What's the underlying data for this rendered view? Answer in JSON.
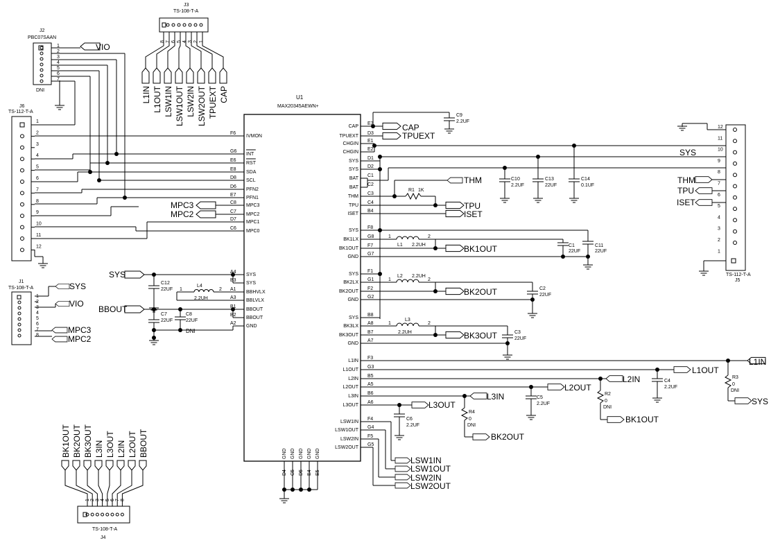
{
  "u1": {
    "ref": "U1",
    "part": "MAX20345AEWN+",
    "left_pins": [
      {
        "ball": "F6",
        "name": "IVMON"
      },
      {
        "ball": "G6",
        "name": "INT"
      },
      {
        "ball": "E6",
        "name": "RST"
      },
      {
        "ball": "E8",
        "name": "SDA"
      },
      {
        "ball": "D8",
        "name": "SCL"
      },
      {
        "ball": "D6",
        "name": "PFN2"
      },
      {
        "ball": "E7",
        "name": "PFN1"
      },
      {
        "ball": "C8",
        "name": "MPC3"
      },
      {
        "ball": "C7",
        "name": "MPC2"
      },
      {
        "ball": "D7",
        "name": "MPC1"
      },
      {
        "ball": "C6",
        "name": "MPC0"
      },
      {
        "ball": "A4",
        "name": "SYS"
      },
      {
        "ball": "B3",
        "name": "SYS"
      },
      {
        "ball": "A1",
        "name": "BBHVLX"
      },
      {
        "ball": "A3",
        "name": "BBLVLX"
      },
      {
        "ball": "B1",
        "name": "BBOUT"
      },
      {
        "ball": "B2",
        "name": "BBOUT"
      },
      {
        "ball": "A2",
        "name": "GND"
      }
    ],
    "right_pins": [
      {
        "ball": "E3",
        "name": "CAP"
      },
      {
        "ball": "D3",
        "name": "TPUEXT"
      },
      {
        "ball": "E1",
        "name": "CHGIN"
      },
      {
        "ball": "E2",
        "name": "CHGIN"
      },
      {
        "ball": "D1",
        "name": "SYS"
      },
      {
        "ball": "D2",
        "name": "SYS"
      },
      {
        "ball": "C1",
        "name": "BAT"
      },
      {
        "ball": "C2",
        "name": "BAT"
      },
      {
        "ball": "C3",
        "name": "THM"
      },
      {
        "ball": "C4",
        "name": "TPU"
      },
      {
        "ball": "B4",
        "name": "ISET"
      },
      {
        "ball": "F8",
        "name": "SYS"
      },
      {
        "ball": "G8",
        "name": "BK1LX"
      },
      {
        "ball": "F7",
        "name": "BK1OUT"
      },
      {
        "ball": "G7",
        "name": "GND"
      },
      {
        "ball": "F1",
        "name": "SYS"
      },
      {
        "ball": "G1",
        "name": "BK2LX"
      },
      {
        "ball": "F2",
        "name": "BK2OUT"
      },
      {
        "ball": "G2",
        "name": "GND"
      },
      {
        "ball": "B8",
        "name": "SYS"
      },
      {
        "ball": "A8",
        "name": "BK3LX"
      },
      {
        "ball": "B7",
        "name": "BK3OUT"
      },
      {
        "ball": "A7",
        "name": "GND"
      },
      {
        "ball": "F3",
        "name": "L1IN"
      },
      {
        "ball": "G3",
        "name": "L1OUT"
      },
      {
        "ball": "B5",
        "name": "L2IN"
      },
      {
        "ball": "A5",
        "name": "L2OUT"
      },
      {
        "ball": "B6",
        "name": "L3IN"
      },
      {
        "ball": "A6",
        "name": "L3OUT"
      },
      {
        "ball": "F4",
        "name": "LSW1IN"
      },
      {
        "ball": "G4",
        "name": "LSW1OUT"
      },
      {
        "ball": "F5",
        "name": "LSW2IN"
      },
      {
        "ball": "G5",
        "name": "LSW2OUT"
      }
    ],
    "bottom_pins": [
      {
        "ball": "D4",
        "name": "GND"
      },
      {
        "ball": "C5",
        "name": "GND"
      },
      {
        "ball": "D5",
        "name": "GND"
      },
      {
        "ball": "E4",
        "name": "GND"
      },
      {
        "ball": "E5",
        "name": "GND"
      }
    ]
  },
  "j2": {
    "ref": "J2",
    "part": "PBC07SAAN",
    "note": "DNI",
    "pins": [
      "1",
      "2",
      "3",
      "4",
      "5",
      "6",
      "7"
    ]
  },
  "j3": {
    "ref": "J3",
    "part": "TS-108-T-A",
    "pins": [
      "8",
      "7",
      "6",
      "5",
      "4",
      "3",
      "2",
      "1"
    ],
    "nets": [
      "L1IN",
      "L1OUT",
      "LSW1IN",
      "LSW1OUT",
      "LSW2IN",
      "LSW2OUT",
      "TPUEXT",
      "CAP"
    ]
  },
  "j6": {
    "ref": "J6",
    "part": "TS-112-T-A",
    "pins": [
      "1",
      "2",
      "3",
      "4",
      "5",
      "6",
      "7",
      "8",
      "9",
      "10",
      "11",
      "12"
    ]
  },
  "j1": {
    "ref": "J1",
    "part": "TS-108-T-A",
    "pins": [
      "1",
      "2",
      "3",
      "4",
      "5",
      "6",
      "7",
      "8"
    ]
  },
  "j4": {
    "ref": "J4",
    "part": "TS-108-T-A",
    "pins": [
      "1",
      "2",
      "3",
      "4",
      "5",
      "6",
      "7",
      "8"
    ],
    "nets": [
      "BK1OUT",
      "BK2OUT",
      "BK3OUT",
      "L3IN",
      "L3OUT",
      "L2IN",
      "L2OUT",
      "BBOUT"
    ]
  },
  "j5": {
    "ref": "J5",
    "part": "TS-112-T-A",
    "pins": [
      "12",
      "11",
      "10",
      "9",
      "8",
      "7",
      "6",
      "5",
      "4",
      "3",
      "2",
      "1"
    ]
  },
  "nets": {
    "vio": "VIO",
    "sys": "SYS",
    "mpc3": "MPC3",
    "mpc2": "MPC2",
    "bbout": "BBOUT",
    "dni": "DNI",
    "cap": "CAP",
    "tpuext": "TPUEXT",
    "thm": "THM",
    "tpu": "TPU",
    "iset": "ISET",
    "bk1out": "BK1OUT",
    "bk2out": "BK2OUT",
    "bk3out": "BK3OUT",
    "l1in": "L1IN",
    "l1out": "L1OUT",
    "l2in": "L2IN",
    "l2out": "L2OUT",
    "l3in": "L3IN",
    "l3out": "L3OUT",
    "lsw1in": "LSW1IN",
    "lsw1out": "LSW1OUT",
    "lsw2in": "LSW2IN",
    "lsw2out": "LSW2OUT"
  },
  "parts": {
    "c9": {
      "ref": "C9",
      "val": "2.2UF"
    },
    "c10": {
      "ref": "C10",
      "val": "2.2UF"
    },
    "c13": {
      "ref": "C13",
      "val": "22UF"
    },
    "c14": {
      "ref": "C14",
      "val": "0.1UF"
    },
    "r1": {
      "ref": "R1",
      "val": "1K"
    },
    "l1": {
      "ref": "L1",
      "val": "2.2UH"
    },
    "c1": {
      "ref": "C1",
      "val": "22UF"
    },
    "c11": {
      "ref": "C11",
      "val": "22UF"
    },
    "l2": {
      "ref": "L2",
      "val": "2.2UH"
    },
    "c2": {
      "ref": "C2",
      "val": "22UF"
    },
    "l3": {
      "ref": "L3",
      "val": "2.2UH"
    },
    "c3": {
      "ref": "C3",
      "val": "22UF"
    },
    "c12": {
      "ref": "C12",
      "val": "22UF"
    },
    "l4": {
      "ref": "L4",
      "val": "2.2UH"
    },
    "c8": {
      "ref": "C8",
      "val": "22UF"
    },
    "c7": {
      "ref": "C7",
      "val": "22UF"
    },
    "c4": {
      "ref": "C4",
      "val": "2.2UF"
    },
    "c5": {
      "ref": "C5",
      "val": "2.2UF"
    },
    "c6": {
      "ref": "C6",
      "val": "2.2UF"
    },
    "r2": {
      "ref": "R2",
      "val": "0",
      "note": "DNI"
    },
    "r3": {
      "ref": "R3",
      "val": "0",
      "note": "DNI"
    },
    "r4": {
      "ref": "R4",
      "val": "0",
      "note": "DNI"
    }
  },
  "pin_nums": {
    "one": "1",
    "two": "2"
  }
}
